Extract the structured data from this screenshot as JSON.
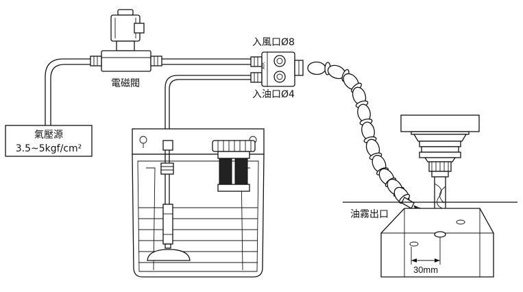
{
  "labels": {
    "solenoid_valve": "電磁閥",
    "air_source_title": "氣壓源",
    "air_source_range": "3.5~5kgf/cm²",
    "air_inlet": "入風口Ø8",
    "oil_inlet": "入油口Ø4",
    "mist_outlet": "油霧出口",
    "distance": "30mm"
  },
  "icons": [
    "solenoid-valve-icon",
    "oil-tank-icon",
    "mixer-block-icon",
    "flex-nozzle-icon",
    "spindle-icon",
    "drill-icon",
    "workpiece-icon"
  ]
}
